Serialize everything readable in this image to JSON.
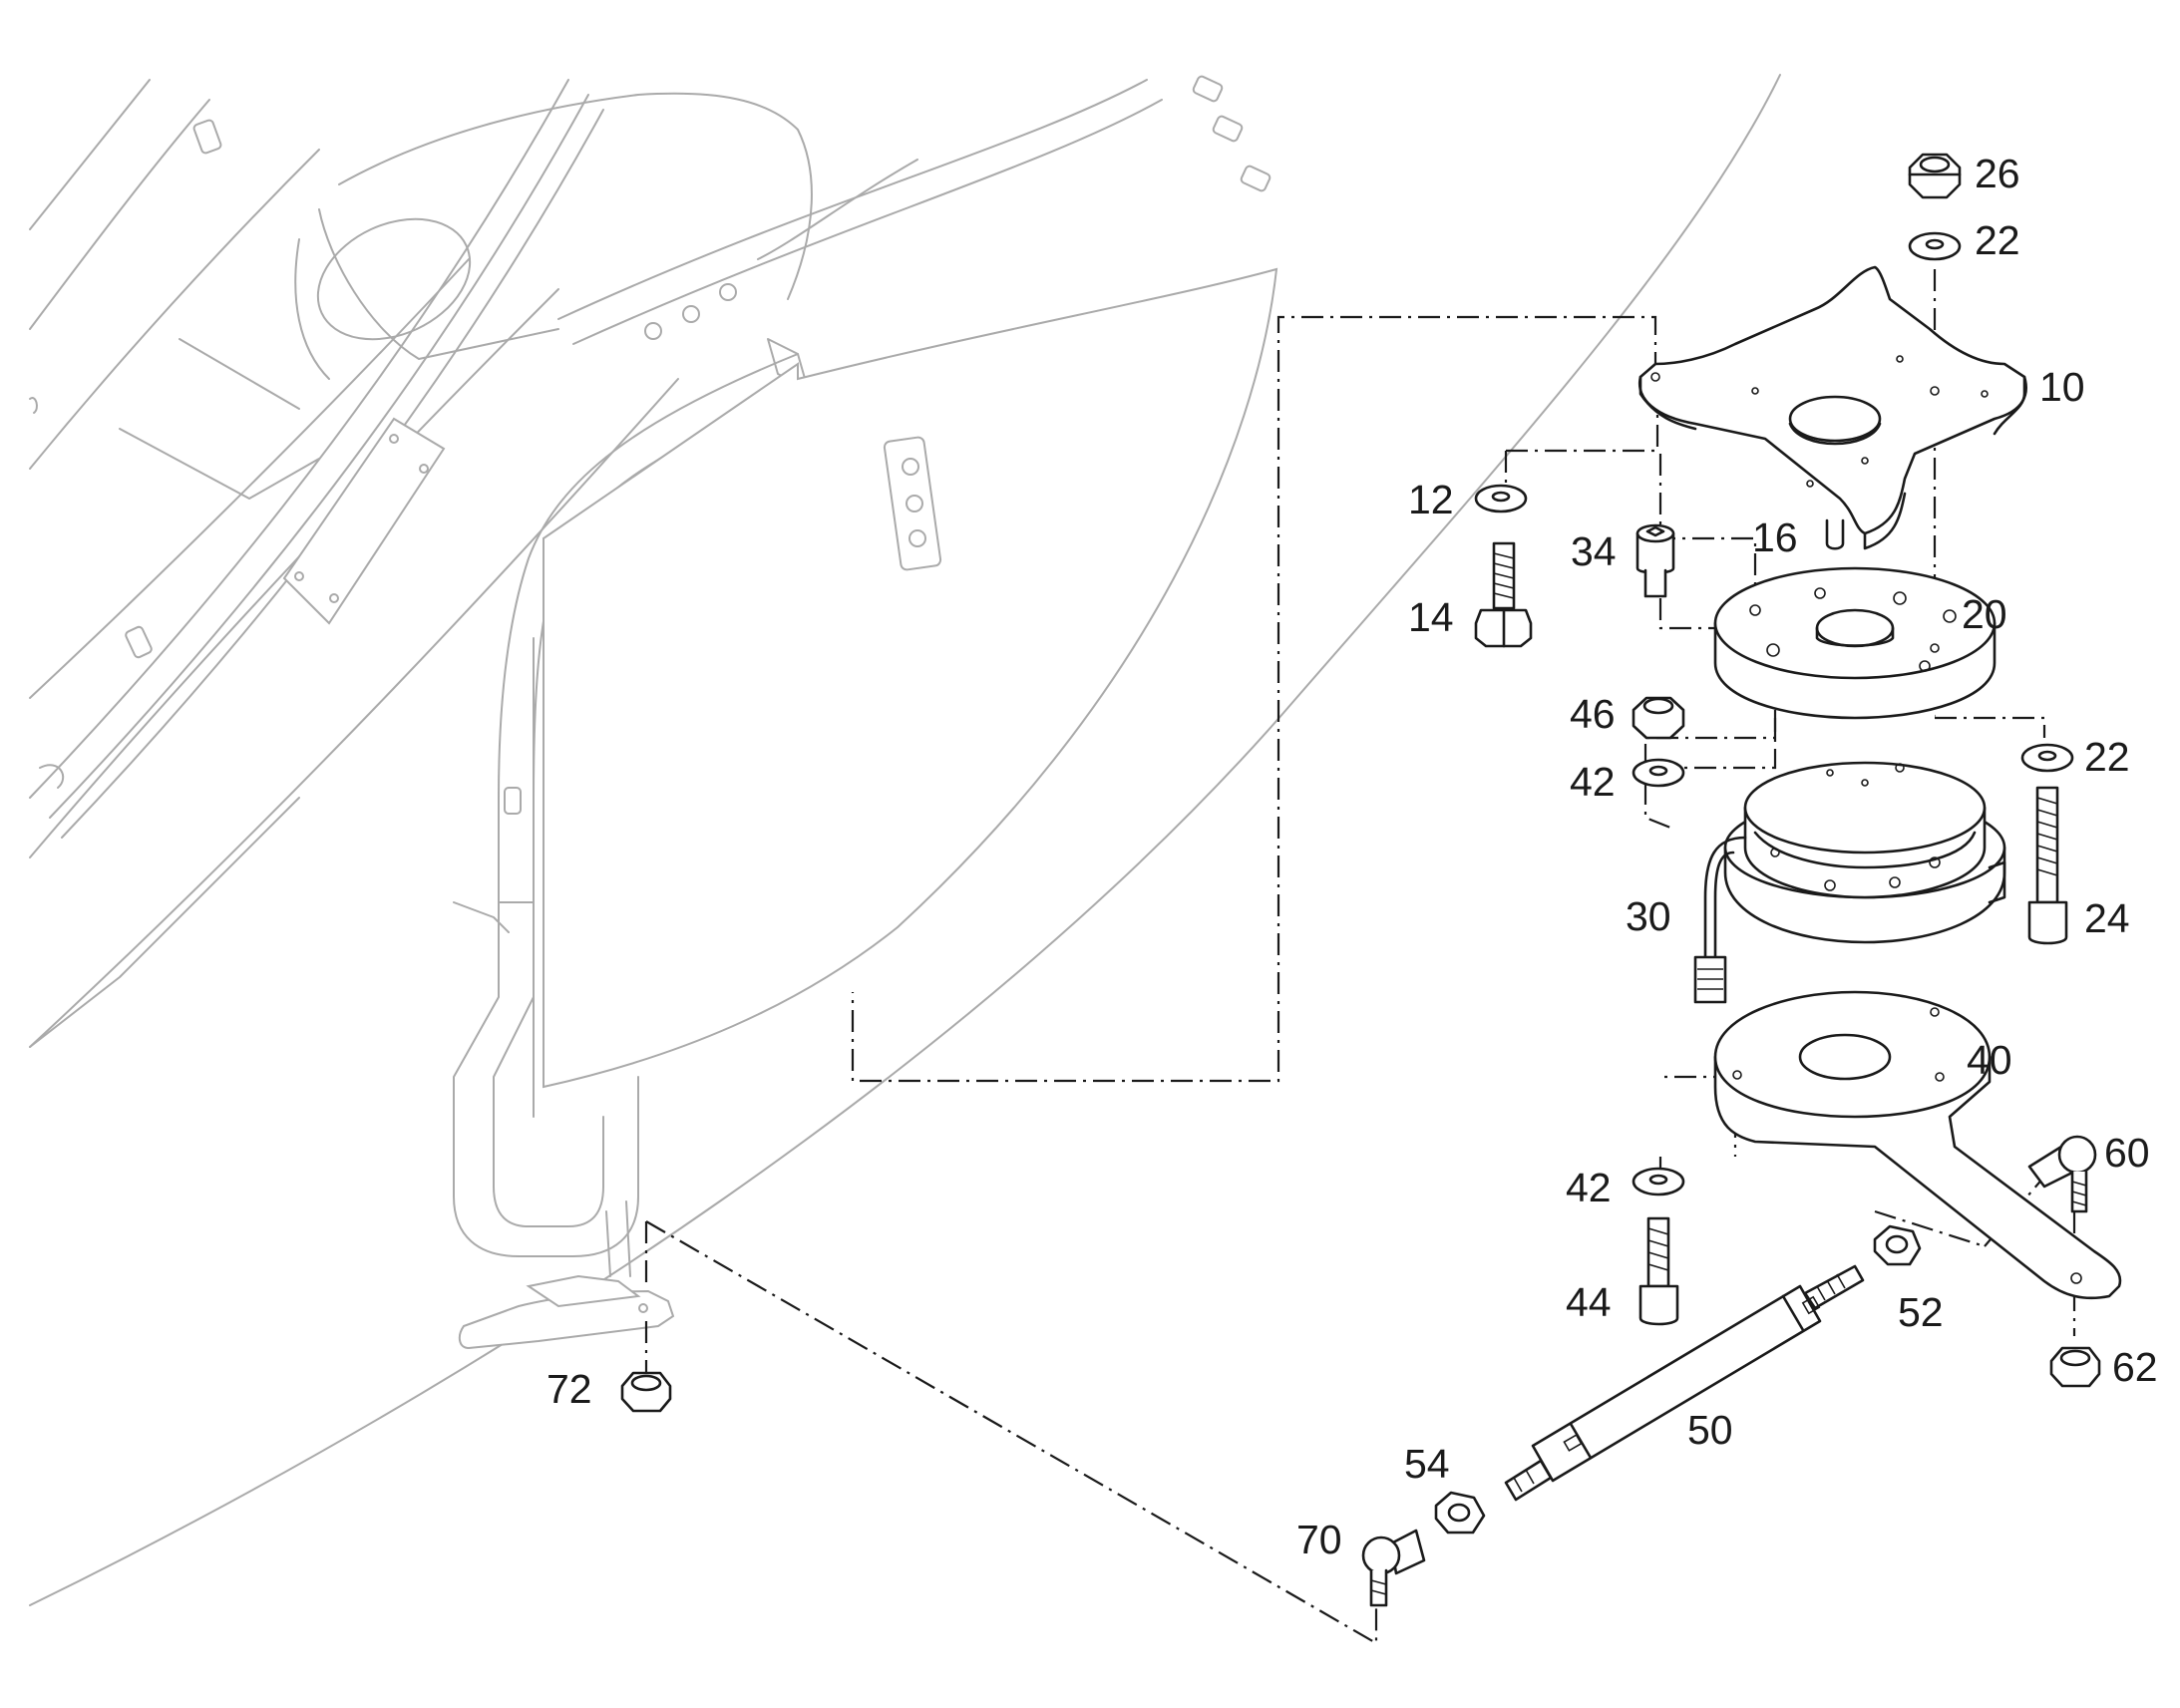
{
  "callouts": [
    {
      "id": "c26",
      "text": "26"
    },
    {
      "id": "c22a",
      "text": "22"
    },
    {
      "id": "c10",
      "text": "10"
    },
    {
      "id": "c12",
      "text": "12"
    },
    {
      "id": "c16",
      "text": "16"
    },
    {
      "id": "c34",
      "text": "34"
    },
    {
      "id": "c14",
      "text": "14"
    },
    {
      "id": "c20",
      "text": "20"
    },
    {
      "id": "c46",
      "text": "46"
    },
    {
      "id": "c42a",
      "text": "42"
    },
    {
      "id": "c22b",
      "text": "22"
    },
    {
      "id": "c30",
      "text": "30"
    },
    {
      "id": "c24",
      "text": "24"
    },
    {
      "id": "c40",
      "text": "40"
    },
    {
      "id": "c60",
      "text": "60"
    },
    {
      "id": "c42b",
      "text": "42"
    },
    {
      "id": "c52",
      "text": "52"
    },
    {
      "id": "c44",
      "text": "44"
    },
    {
      "id": "c62",
      "text": "62"
    },
    {
      "id": "c72",
      "text": "72"
    },
    {
      "id": "c50",
      "text": "50"
    },
    {
      "id": "c54",
      "text": "54"
    },
    {
      "id": "c70",
      "text": "70"
    }
  ]
}
